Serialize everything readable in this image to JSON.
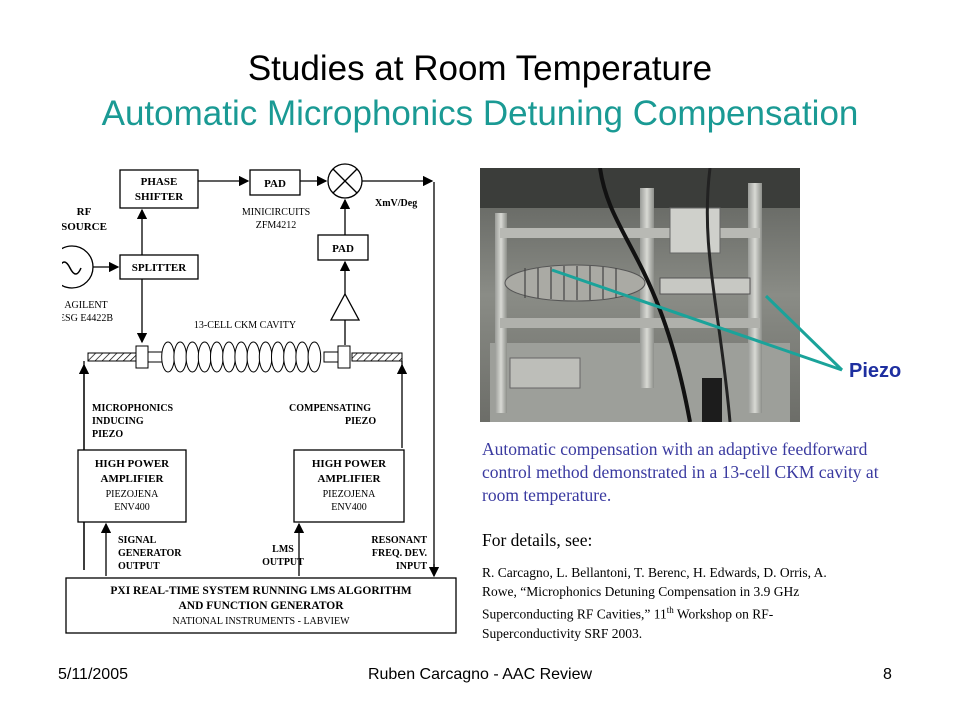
{
  "slide": {
    "title": "Studies at Room Temperature",
    "subtitle": "Automatic Microphonics Detuning Compensation",
    "piezo_label": "Piezo",
    "description": "Automatic compensation with an adaptive feedforward control method demonstrated in a 13-cell CKM cavity at room temperature.",
    "details_heading": "For details, see:",
    "reference": {
      "part1": "R. Carcagno, L. Bellantoni, T. Berenc, H. Edwards, D. Orris, A. Rowe, “Microphonics Detuning Compensation in 3.9 GHz Superconducting RF Cavities,” 11",
      "superscript": "th",
      "part2": " Workshop on RF-Superconductivity SRF 2003."
    }
  },
  "diagram": {
    "phase_shifter_1": "PHASE",
    "phase_shifter_2": "SHIFTER",
    "pad_top": "PAD",
    "minicircuits_1": "MINICIRCUITS",
    "minicircuits_2": "ZFM4212",
    "xmv": "XmV/Deg",
    "pad_mid": "PAD",
    "rf_source_1": "RF",
    "rf_source_2": "SOURCE",
    "splitter": "SPLITTER",
    "agilent_1": "AGILENT",
    "agilent_2": "ESG E4422B",
    "cavity_label": "13-CELL CKM CAVITY",
    "micro_1": "MICROPHONICS",
    "micro_2": "INDUCING",
    "micro_3": "PIEZO",
    "comp_1": "COMPENSATING",
    "comp_2": "PIEZO",
    "hpa_left_1": "HIGH POWER",
    "hpa_left_2": "AMPLIFIER",
    "hpa_left_3": "PIEZOJENA",
    "hpa_left_4": "ENV400",
    "hpa_right_1": "HIGH POWER",
    "hpa_right_2": "AMPLIFIER",
    "hpa_right_3": "PIEZOJENA",
    "hpa_right_4": "ENV400",
    "signal_gen_1": "SIGNAL",
    "signal_gen_2": "GENERATOR",
    "signal_gen_3": "OUTPUT",
    "lms_1": "LMS",
    "lms_2": "OUTPUT",
    "resonant_1": "RESONANT",
    "resonant_2": "FREQ. DEV.",
    "resonant_3": "INPUT",
    "pxi_1": "PXI REAL-TIME SYSTEM RUNNING LMS ALGORITHM",
    "pxi_2": "AND FUNCTION GENERATOR",
    "pxi_3": "NATIONAL INSTRUMENTS - LABVIEW"
  },
  "footer": {
    "date": "5/11/2005",
    "center": "Ruben Carcagno - AAC Review",
    "page": "8"
  },
  "colors": {
    "title": "#000000",
    "subtitle": "#1a9a94",
    "description": "#3a3aa0",
    "piezo_label": "#1e2fa0",
    "pointer": "#1aa39a"
  }
}
